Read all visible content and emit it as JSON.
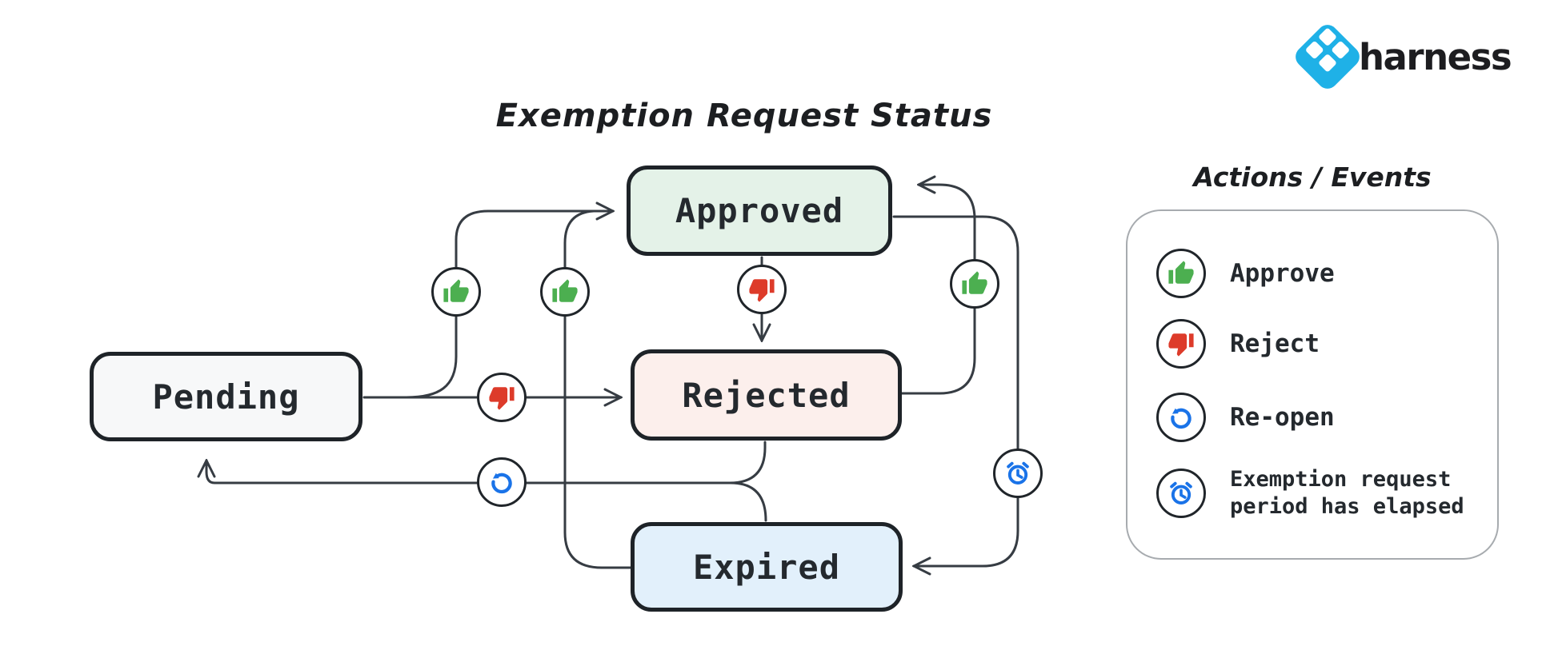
{
  "title": "Exemption Request Status",
  "logo": {
    "brand": "harness",
    "icon": "harness-diamond-icon",
    "icon_color": "#1fb1e7",
    "text_color": "#1d1d20"
  },
  "colors": {
    "approve_green": "#4caf50",
    "reject_red": "#dd3b2a",
    "action_blue": "#1a73e8",
    "wire": "#363c43"
  },
  "states": [
    {
      "id": "pending",
      "label": "Pending",
      "fill": "#f7f8f9"
    },
    {
      "id": "approved",
      "label": "Approved",
      "fill": "#e4f2e8"
    },
    {
      "id": "rejected",
      "label": "Rejected",
      "fill": "#fcefec"
    },
    {
      "id": "expired",
      "label": "Expired",
      "fill": "#e2f0fb"
    }
  ],
  "transitions": [
    {
      "from": "Pending",
      "to": "Approved",
      "action": "Approve"
    },
    {
      "from": "Pending",
      "to": "Rejected",
      "action": "Reject"
    },
    {
      "from": "Approved",
      "to": "Rejected",
      "action": "Reject"
    },
    {
      "from": "Rejected",
      "to": "Approved",
      "action": "Approve"
    },
    {
      "from": "Expired",
      "to": "Approved",
      "action": "Approve"
    },
    {
      "from": "Approved",
      "to": "Expired",
      "action": "Exemption request period has elapsed"
    },
    {
      "from": "Rejected",
      "to": "Pending",
      "action": "Re-open"
    },
    {
      "from": "Expired",
      "to": "Pending",
      "action": "Re-open"
    }
  ],
  "legend": {
    "title": "Actions / Events",
    "items": [
      {
        "icon": "thumbs-up-icon",
        "label": "Approve"
      },
      {
        "icon": "thumbs-down-icon",
        "label": "Reject"
      },
      {
        "icon": "reopen-icon",
        "label": "Re-open"
      },
      {
        "icon": "alarm-clock-icon",
        "label": "Exemption request period has elapsed",
        "label_line1": "Exemption request",
        "label_line2": "period has elapsed"
      }
    ]
  }
}
